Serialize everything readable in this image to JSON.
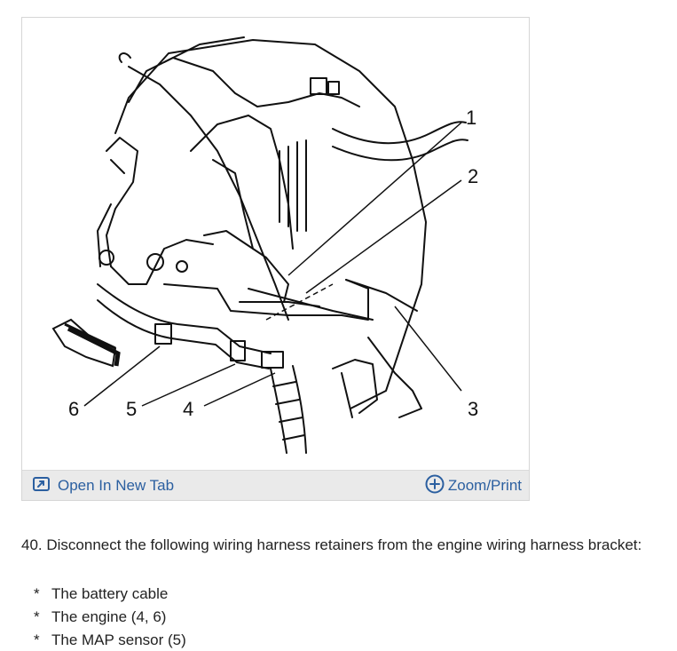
{
  "figure": {
    "callouts": [
      "1",
      "2",
      "3",
      "4",
      "5",
      "6"
    ],
    "open_tab_label": "Open In New Tab",
    "zoom_label": "Zoom/Print",
    "open_tab_icon": "open-new-tab-icon",
    "zoom_icon": "plus-circle-icon",
    "link_color": "#2b5fa0"
  },
  "step": {
    "text": "40. Disconnect the following wiring harness retainers from the engine wiring harness bracket:"
  },
  "items": [
    {
      "bullet": "*",
      "text": "The battery cable"
    },
    {
      "bullet": "*",
      "text": "The engine (4, 6)"
    },
    {
      "bullet": "*",
      "text": "The MAP sensor (5)"
    }
  ]
}
